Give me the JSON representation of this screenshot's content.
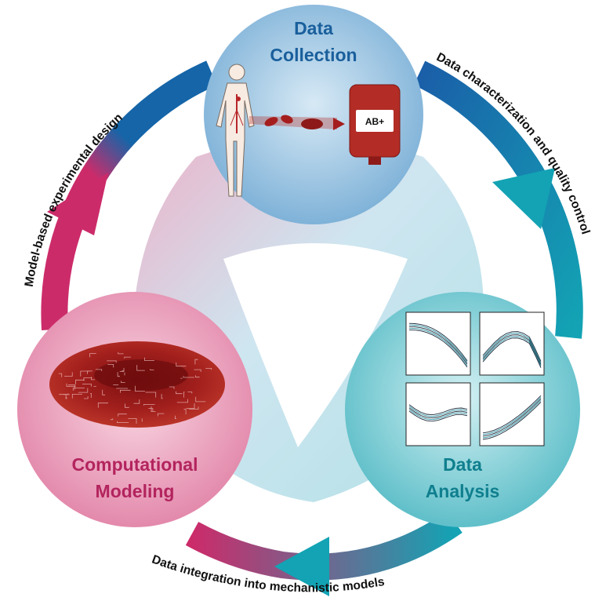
{
  "nodes": {
    "collection": {
      "title_lines": [
        "Data",
        "Collection"
      ],
      "blood_bag_label": "AB+"
    },
    "analysis": {
      "title_lines": [
        "Data",
        "Analysis"
      ]
    },
    "modeling": {
      "title_lines": [
        "Computational",
        "Modeling"
      ]
    }
  },
  "cycle_steps": {
    "characterization": "Data characterization and quality control",
    "integration": "Data integration into mechanistic models",
    "design": "Model-based experimental design"
  },
  "colors": {
    "blue": "#1565a8",
    "teal": "#13a3b4",
    "magenta": "#cc2b6a",
    "blood": "#a51e1e",
    "collection_title": "#1a5f9c",
    "analysis_title": "#0f7f8e",
    "modeling_title": "#b3245e"
  },
  "icons": [
    "human-body-icon",
    "red-blood-cell-icon",
    "blood-bag-icon",
    "plot-thumbnail-icon",
    "cell-model-icon"
  ]
}
